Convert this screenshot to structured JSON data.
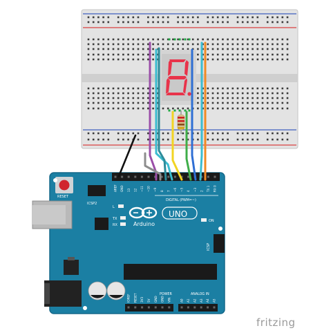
{
  "board": {
    "reset_label": "RESET",
    "icsp2_label": "ICSP2",
    "icsp_label": "ICSP",
    "l_label": "L",
    "tx_label": "TX",
    "rx_label": "RX",
    "on_label": "ON",
    "logo_word": "Arduino",
    "model": "UNO",
    "digital_label": "DIGITAL (PWM=~)",
    "power_label": "POWER",
    "analog_label": "ANALOG IN",
    "top_header_pins": [
      "AREF",
      "GND",
      "13",
      "12",
      "~11",
      "~10",
      "~9",
      "8",
      "7",
      "~6",
      "~5",
      "4",
      "~3",
      "2",
      "TX 1",
      "RX 0"
    ],
    "power_pins": [
      "IOREF",
      "RESET",
      "3V3",
      "5V",
      "GND",
      "GND",
      "VIN"
    ],
    "analog_pins": [
      "A0",
      "A1",
      "A2",
      "A3",
      "A4",
      "A5"
    ],
    "colors": {
      "pcb": "#1b7fa3",
      "pcb_edge": "#15688a",
      "silk": "#ffffff",
      "header": "#1a1a1a"
    }
  },
  "breadboard": {
    "colors": {
      "body": "#e3e3e3",
      "rail_red": "#d94040",
      "rail_blue": "#3f5fbf",
      "hole": "#3a3a3a",
      "active_hole": "#22aa44"
    }
  },
  "display": {
    "type": "seven-segment",
    "digit": "8",
    "dp": true,
    "colors": {
      "case": "#d4d4d4",
      "segment": "#e8334a",
      "face": "#c9c9c9"
    }
  },
  "resistor": {
    "band_colors": [
      "#cc2222",
      "#cc2222",
      "#8a4a1a",
      "#d4a017"
    ]
  },
  "wires": {
    "colors": {
      "purple": "#9b4fa8",
      "cyan": "#3bbcd0",
      "teal": "#2d8c9a",
      "yellow": "#f2d422",
      "green": "#3fae49",
      "blue": "#2f6fd4",
      "orange": "#f08a24",
      "gray": "#8d8d8d",
      "black": "#111111"
    }
  },
  "branding": {
    "text": "fritzing"
  }
}
